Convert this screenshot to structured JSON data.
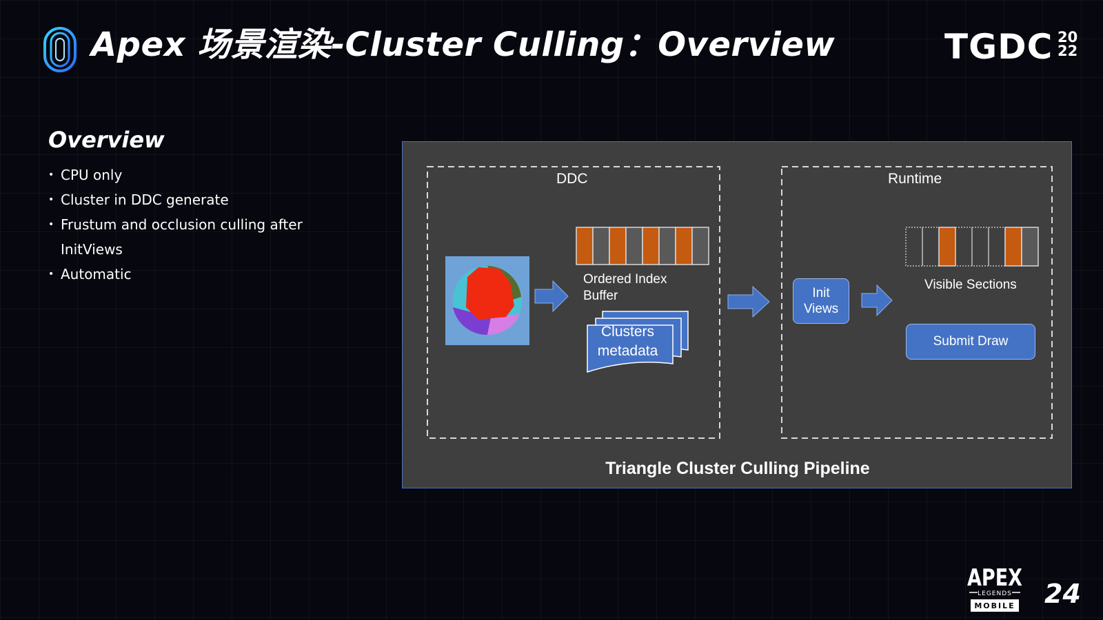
{
  "header": {
    "title": "Apex 场景渲染-Cluster Culling：Overview",
    "brand": "TGDC",
    "brand_year_top": "20",
    "brand_year_bottom": "22"
  },
  "left": {
    "heading": "Overview",
    "bullets": [
      "CPU only",
      "Cluster in DDC generate",
      "Frustum and occlusion culling after InitViews",
      "Automatic"
    ]
  },
  "diagram": {
    "ddc_label": "DDC",
    "runtime_label": "Runtime",
    "ordered_index_buffer": "Ordered Index Buffer",
    "clusters_metadata": "Clusters metadata",
    "init_views": "Init Views",
    "visible_sections": "Visible Sections",
    "submit_draw": "Submit Draw",
    "caption": "Triangle Cluster Culling Pipeline"
  },
  "footer": {
    "logo_apex": "APEX",
    "logo_legends": "LEGENDS",
    "logo_mobile": "MOBILE",
    "page_number": "24"
  },
  "colors": {
    "background": "#07070f",
    "diagram_bg": "#3f3f3f",
    "accent_blue": "#4472c4",
    "orange": "#c55a11",
    "gray_cell": "#595959"
  },
  "icons": [
    "logo-ring-icon",
    "arrow-right-icon",
    "sphere-clusters-icon"
  ]
}
